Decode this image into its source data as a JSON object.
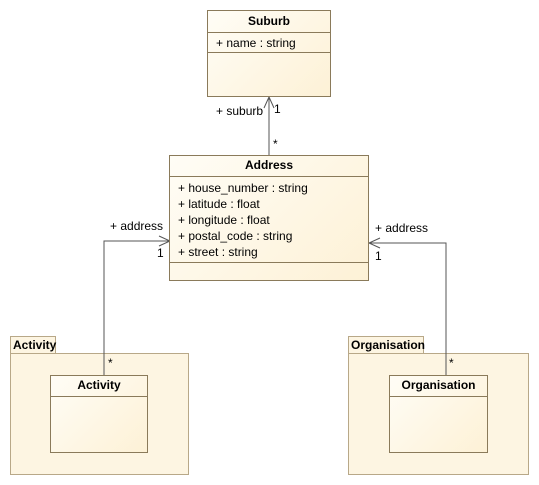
{
  "classes": {
    "suburb": {
      "name": "Suburb",
      "attributes": [
        "+ name : string"
      ]
    },
    "address": {
      "name": "Address",
      "attributes": [
        "+ house_number : string",
        "+ latitude : float",
        "+ longitude : float",
        "+ postal_code : string",
        "+ street : string"
      ]
    },
    "activity": {
      "name": "Activity"
    },
    "organisation": {
      "name": "Organisation"
    }
  },
  "packages": {
    "activity": {
      "name": "Activity"
    },
    "organisation": {
      "name": "Organisation"
    }
  },
  "associations": {
    "suburb": {
      "role": "+ suburb",
      "target_mult": "1",
      "source_mult": "*"
    },
    "activity": {
      "role": "+ address",
      "target_mult": "1",
      "source_mult": "*"
    },
    "organisation": {
      "role": "+ address",
      "target_mult": "1",
      "source_mult": "*"
    }
  },
  "colors": {
    "class_border": "#8a7a5a",
    "class_fill_start": "#fffdf6",
    "class_fill_end": "#fdf1d6",
    "package_fill": "#fdf5e2",
    "package_border": "#b8a888",
    "line": "#555555"
  }
}
